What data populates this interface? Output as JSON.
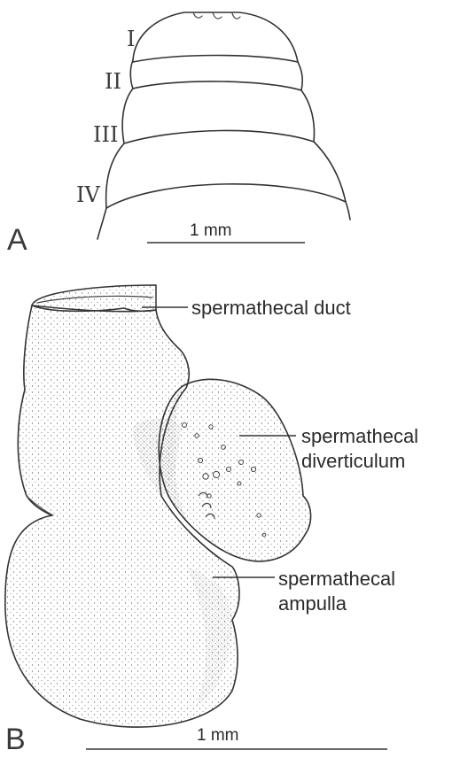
{
  "panel_a": {
    "letter": "A",
    "segment_labels": [
      "I",
      "II",
      "III",
      "IV"
    ],
    "scale_bar_label": "1 mm"
  },
  "panel_b": {
    "letter": "B",
    "labels": {
      "duct": "spermathecal duct",
      "diverticulum_line1": "spermathecal",
      "diverticulum_line2": "diverticulum",
      "ampulla_line1": "spermathecal",
      "ampulla_line2": "ampulla"
    },
    "scale_bar_label": "1 mm"
  },
  "colors": {
    "ink": "#333333",
    "background": "#ffffff"
  }
}
